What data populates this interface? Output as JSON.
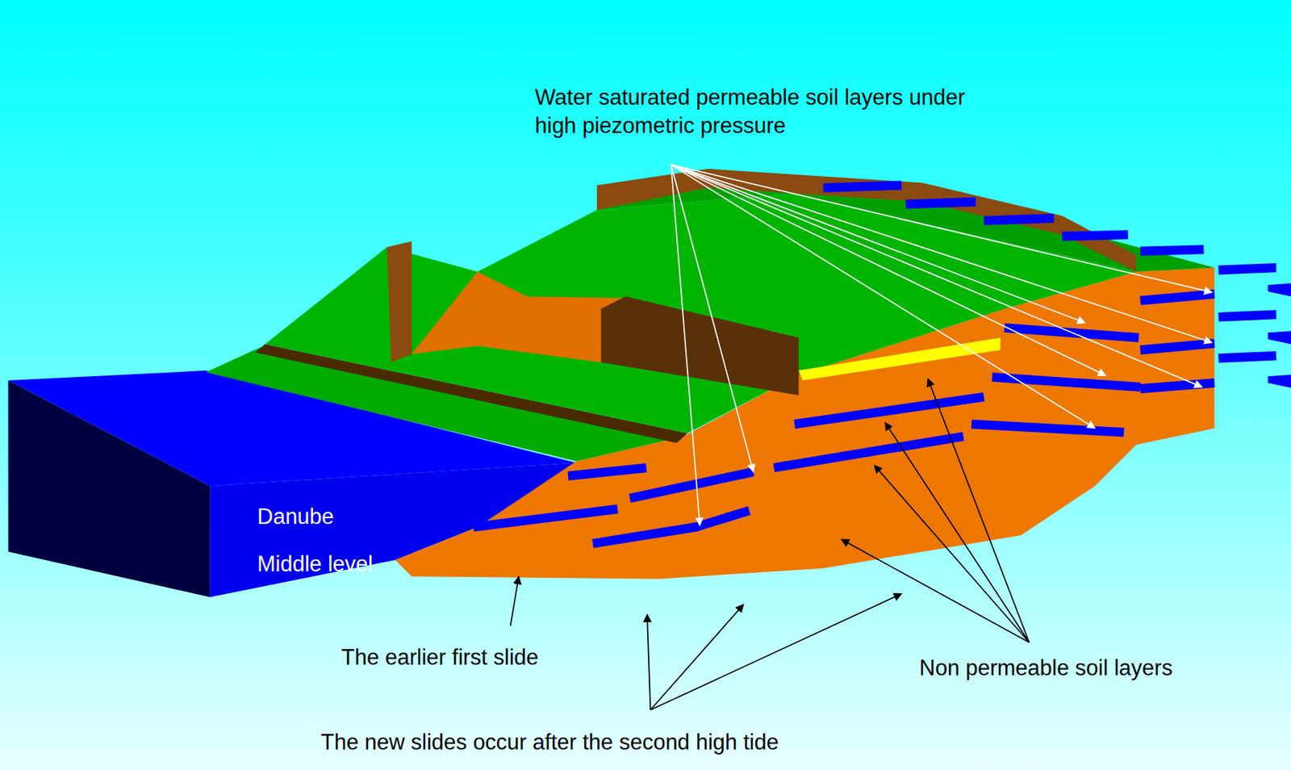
{
  "diagram": {
    "labels": [
      "Water saturated permeable soil layers under high piezometric pressure",
      "Danube",
      "Middle level",
      "The earlier first slide",
      "Non permeable soil layers",
      "The new slides occur after the second high tide"
    ]
  }
}
